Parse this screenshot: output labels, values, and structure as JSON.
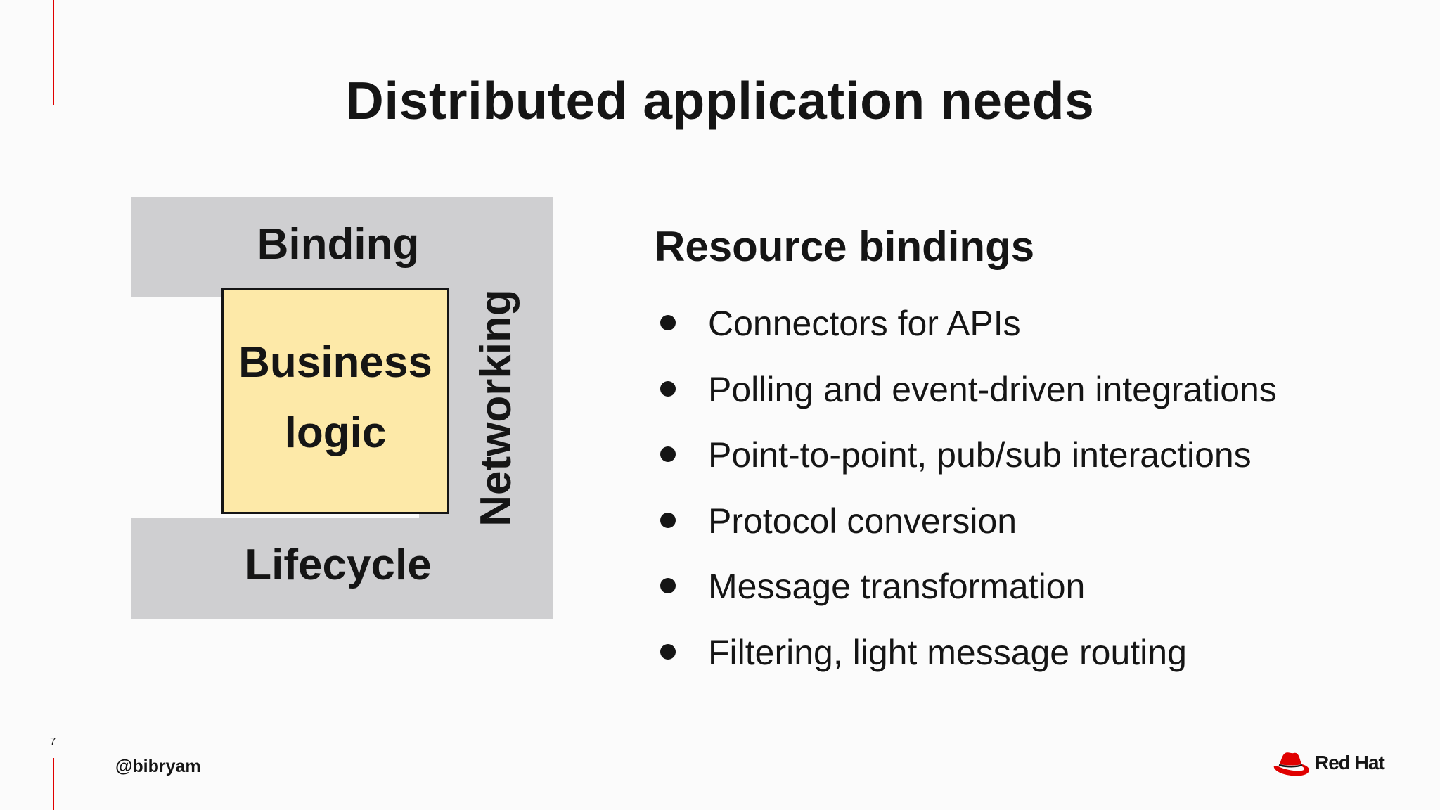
{
  "slide": {
    "title": "Distributed application needs",
    "page_number": "7",
    "handle": "@bibryam",
    "logo_text": "Red Hat"
  },
  "diagram": {
    "binding": "Binding",
    "business_logic_line1": "Business",
    "business_logic_line2": "logic",
    "networking": "Networking",
    "lifecycle": "Lifecycle"
  },
  "panel": {
    "heading": "Resource bindings",
    "bullets": [
      "Connectors for APIs",
      "Polling and event-driven integrations",
      "Point-to-point, pub/sub interactions",
      "Protocol conversion",
      "Message transformation",
      "Filtering, light message routing"
    ]
  },
  "colors": {
    "accent_red": "#e00000",
    "block_gray": "#cfcfd1",
    "business_yellow": "#fde9a8",
    "text_dark": "#151515"
  }
}
